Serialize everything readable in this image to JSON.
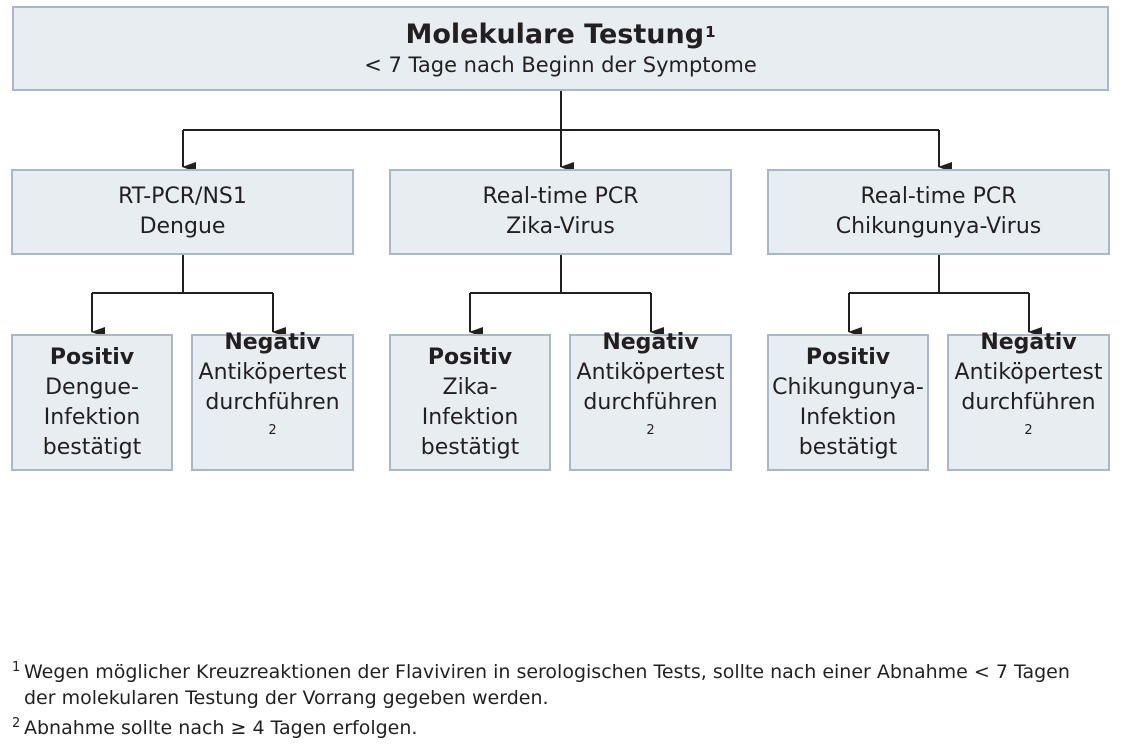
{
  "root": {
    "title": "Molekulare Testung",
    "title_mark": "1",
    "subtitle": "< 7 Tage nach Beginn der Symptome"
  },
  "tests": [
    {
      "lines": [
        "RT-PCR/NS1",
        "Dengue"
      ],
      "positive": {
        "head": "Positiv",
        "lines": [
          "Dengue-",
          "Infektion",
          "bestätigt"
        ]
      },
      "negative": {
        "head": "Negativ",
        "line1": "Antiköpertest",
        "line2": "durchführen",
        "mark": "2"
      }
    },
    {
      "lines": [
        "Real-time PCR",
        "Zika-Virus"
      ],
      "positive": {
        "head": "Positiv",
        "lines": [
          "Zika-",
          "Infektion",
          "bestätigt"
        ]
      },
      "negative": {
        "head": "Negativ",
        "line1": "Antiköpertest",
        "line2": "durchführen",
        "mark": "2"
      }
    },
    {
      "lines": [
        "Real-time PCR",
        "Chikungunya-Virus"
      ],
      "positive": {
        "head": "Positiv",
        "lines": [
          "Chikungunya-",
          "Infektion",
          "bestätigt"
        ]
      },
      "negative": {
        "head": "Negativ",
        "line1": "Antiköpertest",
        "line2": "durchführen",
        "mark": "2"
      }
    }
  ],
  "footnotes": [
    {
      "mark": "1",
      "lines": [
        "Wegen möglicher Kreuzreaktionen der Flaviviren in serologischen Tests, sollte nach einer Abnahme < 7 Tagen",
        "der molekularen Testung der Vorrang gegeben werden."
      ]
    },
    {
      "mark": "2",
      "lines": [
        "Abnahme sollte nach ≥ 4 Tagen erfolgen."
      ]
    }
  ],
  "colors": {
    "box_fill": "#e8edf2",
    "box_border": "#a8b8c8",
    "line": "#231f20",
    "text": "#231f20"
  }
}
